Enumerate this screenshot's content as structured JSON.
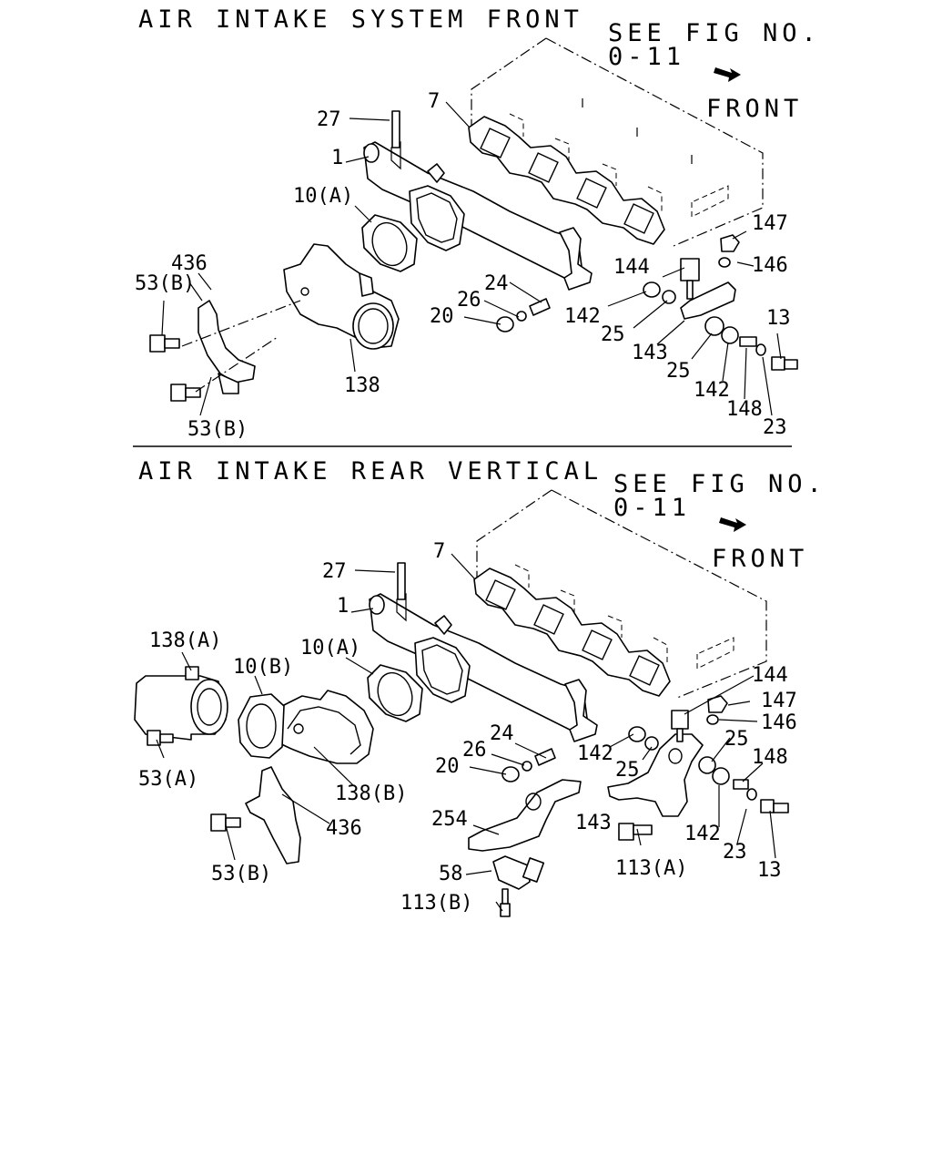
{
  "sections": [
    {
      "title": "AIR INTAKE SYSTEM FRONT",
      "see_fig": [
        "SEE FIG NO.",
        "0-11"
      ],
      "front_label": "FRONT",
      "callouts": [
        "27",
        "1",
        "7",
        "10(A)",
        "436",
        "53(B)",
        "53(B)",
        "138",
        "24",
        "26",
        "20",
        "142",
        "25",
        "144",
        "147",
        "146",
        "13",
        "143",
        "25",
        "142",
        "148",
        "23"
      ]
    },
    {
      "title": "AIR INTAKE REAR VERTICAL",
      "see_fig": [
        "SEE FIG NO.",
        "0-11"
      ],
      "front_label": "FRONT",
      "callouts": [
        "27",
        "1",
        "7",
        "138(A)",
        "10(B)",
        "10(A)",
        "53(A)",
        "138(B)",
        "436",
        "53(B)",
        "24",
        "26",
        "20",
        "142",
        "25",
        "144",
        "147",
        "146",
        "25",
        "148",
        "254",
        "143",
        "142",
        "23",
        "113(A)",
        "13",
        "58",
        "113(B)"
      ]
    }
  ]
}
